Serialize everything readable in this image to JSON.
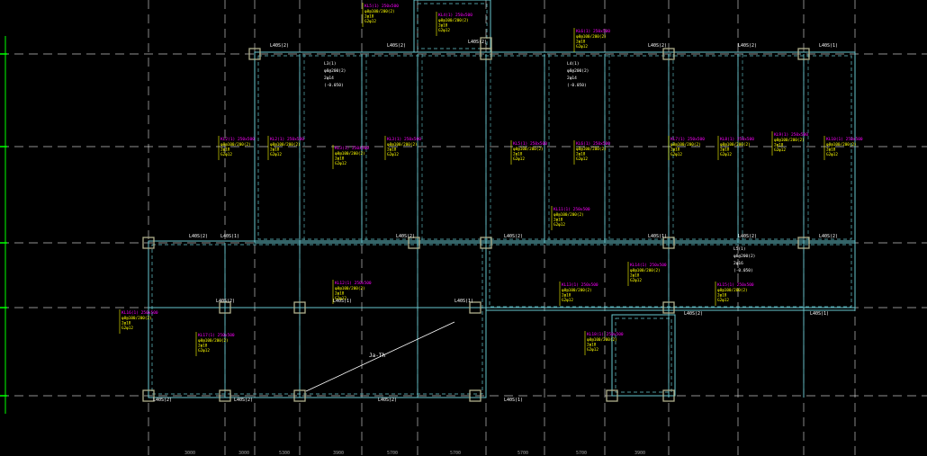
{
  "drawing": {
    "background": "#000000",
    "colors": {
      "grid_axis": "#ffffff",
      "beam": "#67c7cf",
      "column_fill": "#b0b08c",
      "annotation_primary": "#ff00ff",
      "annotation_secondary": "#ffff00",
      "axis_tick": "#00ff00"
    },
    "beam_labels": [
      "L40S(2)",
      "L40S(2)",
      "L40S(2)",
      "L40S(2)",
      "L40S(2)",
      "L40S(1)",
      "L40S(2)",
      "L40S(1)",
      "L40S(2)",
      "L40S(2)",
      "L40S(1)",
      "L40S(2)",
      "L40S(2)",
      "L40S(2)",
      "L40S(1)",
      "L40S(1)",
      "L40S(2)",
      "L40S(1)",
      "L40S(2)",
      "L40S(2)",
      "L40S(2)",
      "L40S(1)"
    ],
    "room_label": "Ja-Th",
    "axis_labels": [
      "3000",
      "3000",
      "5300",
      "3900",
      "5700",
      "5700",
      "5700",
      "5700",
      "3900"
    ],
    "callouts": [
      {
        "beam": "KL2(1) 250x500",
        "lines": [
          "φ8@100/200(2)",
          "2φ18",
          "G2φ12"
        ]
      },
      {
        "beam": "KL2(1) 250x500",
        "lines": [
          "φ8@100/200(2)",
          "2φ18",
          "G2φ12"
        ]
      },
      {
        "beam": "KL3(1) 250x500",
        "lines": [
          "φ8@100/200(2)",
          "2φ18",
          "G2φ12"
        ]
      },
      {
        "beam": "KL3(1) 250x500",
        "lines": [
          "φ8@100/200(2)",
          "2φ18",
          "G2φ12"
        ]
      },
      {
        "beam": "KL4(1) 250x500",
        "lines": [
          "φ8@100/200(2)",
          "2φ18",
          "G2φ12"
        ]
      },
      {
        "beam": "KL5(1) 250x500",
        "lines": [
          "φ8@100/200(2)",
          "2φ18",
          "G2φ12"
        ]
      },
      {
        "beam": "KL5(1) 250x500",
        "lines": [
          "φ8@100/200(2)",
          "2φ18",
          "G2φ12"
        ]
      },
      {
        "beam": "KL6(1) 250x500",
        "lines": [
          "φ8@100/200(2)",
          "2φ18",
          "G2φ12"
        ]
      },
      {
        "beam": "KL6(1) 250x500",
        "lines": [
          "φ8@100/200(2)",
          "2φ18",
          "G2φ12"
        ]
      },
      {
        "beam": "KL7(1) 250x500",
        "lines": [
          "φ8@100/200(2)",
          "2φ18",
          "G2φ12"
        ]
      },
      {
        "beam": "KL8(1) 250x500",
        "lines": [
          "φ8@100/200(2)",
          "2φ18",
          "G2φ12"
        ]
      },
      {
        "beam": "KL9(1) 250x500",
        "lines": [
          "φ8@100/200(2)",
          "2φ18",
          "G2φ12"
        ]
      },
      {
        "beam": "KL10(1) 250x500",
        "lines": [
          "φ8@100/200(2)",
          "2φ18",
          "G2φ12"
        ]
      },
      {
        "beam": "KL11(1) 250x500",
        "lines": [
          "φ8@100/200(2)",
          "2φ18",
          "G2φ12"
        ]
      },
      {
        "beam": "KL12(1) 250x500",
        "lines": [
          "φ8@100/200(2)",
          "2φ18",
          "G2φ12"
        ]
      },
      {
        "beam": "KL13(1) 250x500",
        "lines": [
          "φ8@100/200(2)",
          "2φ18",
          "G2φ12"
        ]
      },
      {
        "beam": "KL14(1) 250x500",
        "lines": [
          "φ8@100/200(2)",
          "2φ18",
          "G2φ12"
        ]
      },
      {
        "beam": "KL15(1) 250x500",
        "lines": [
          "φ8@100/200(2)",
          "2φ18",
          "G2φ12"
        ]
      },
      {
        "beam": "KL16(1) 250x500",
        "lines": [
          "φ8@100/200(2)",
          "2φ18",
          "G2φ12"
        ]
      },
      {
        "beam": "KL17(1) 250x500",
        "lines": [
          "φ8@100/200(2)",
          "2φ18",
          "G2φ12"
        ]
      },
      {
        "beam": "KL18(1) 250x500",
        "lines": [
          "φ8@100/200(2)",
          "2φ18",
          "G2φ12"
        ]
      }
    ],
    "small_notes": [
      "L3(1)",
      "φ8@200(2)",
      "2φ14",
      "(-0.050)",
      "L4(1)",
      "φ8@200(2)",
      "2φ14",
      "(-0.050)",
      "L5(1)",
      "φ8@200(2)",
      "2φ16",
      "(-0.050)"
    ]
  }
}
